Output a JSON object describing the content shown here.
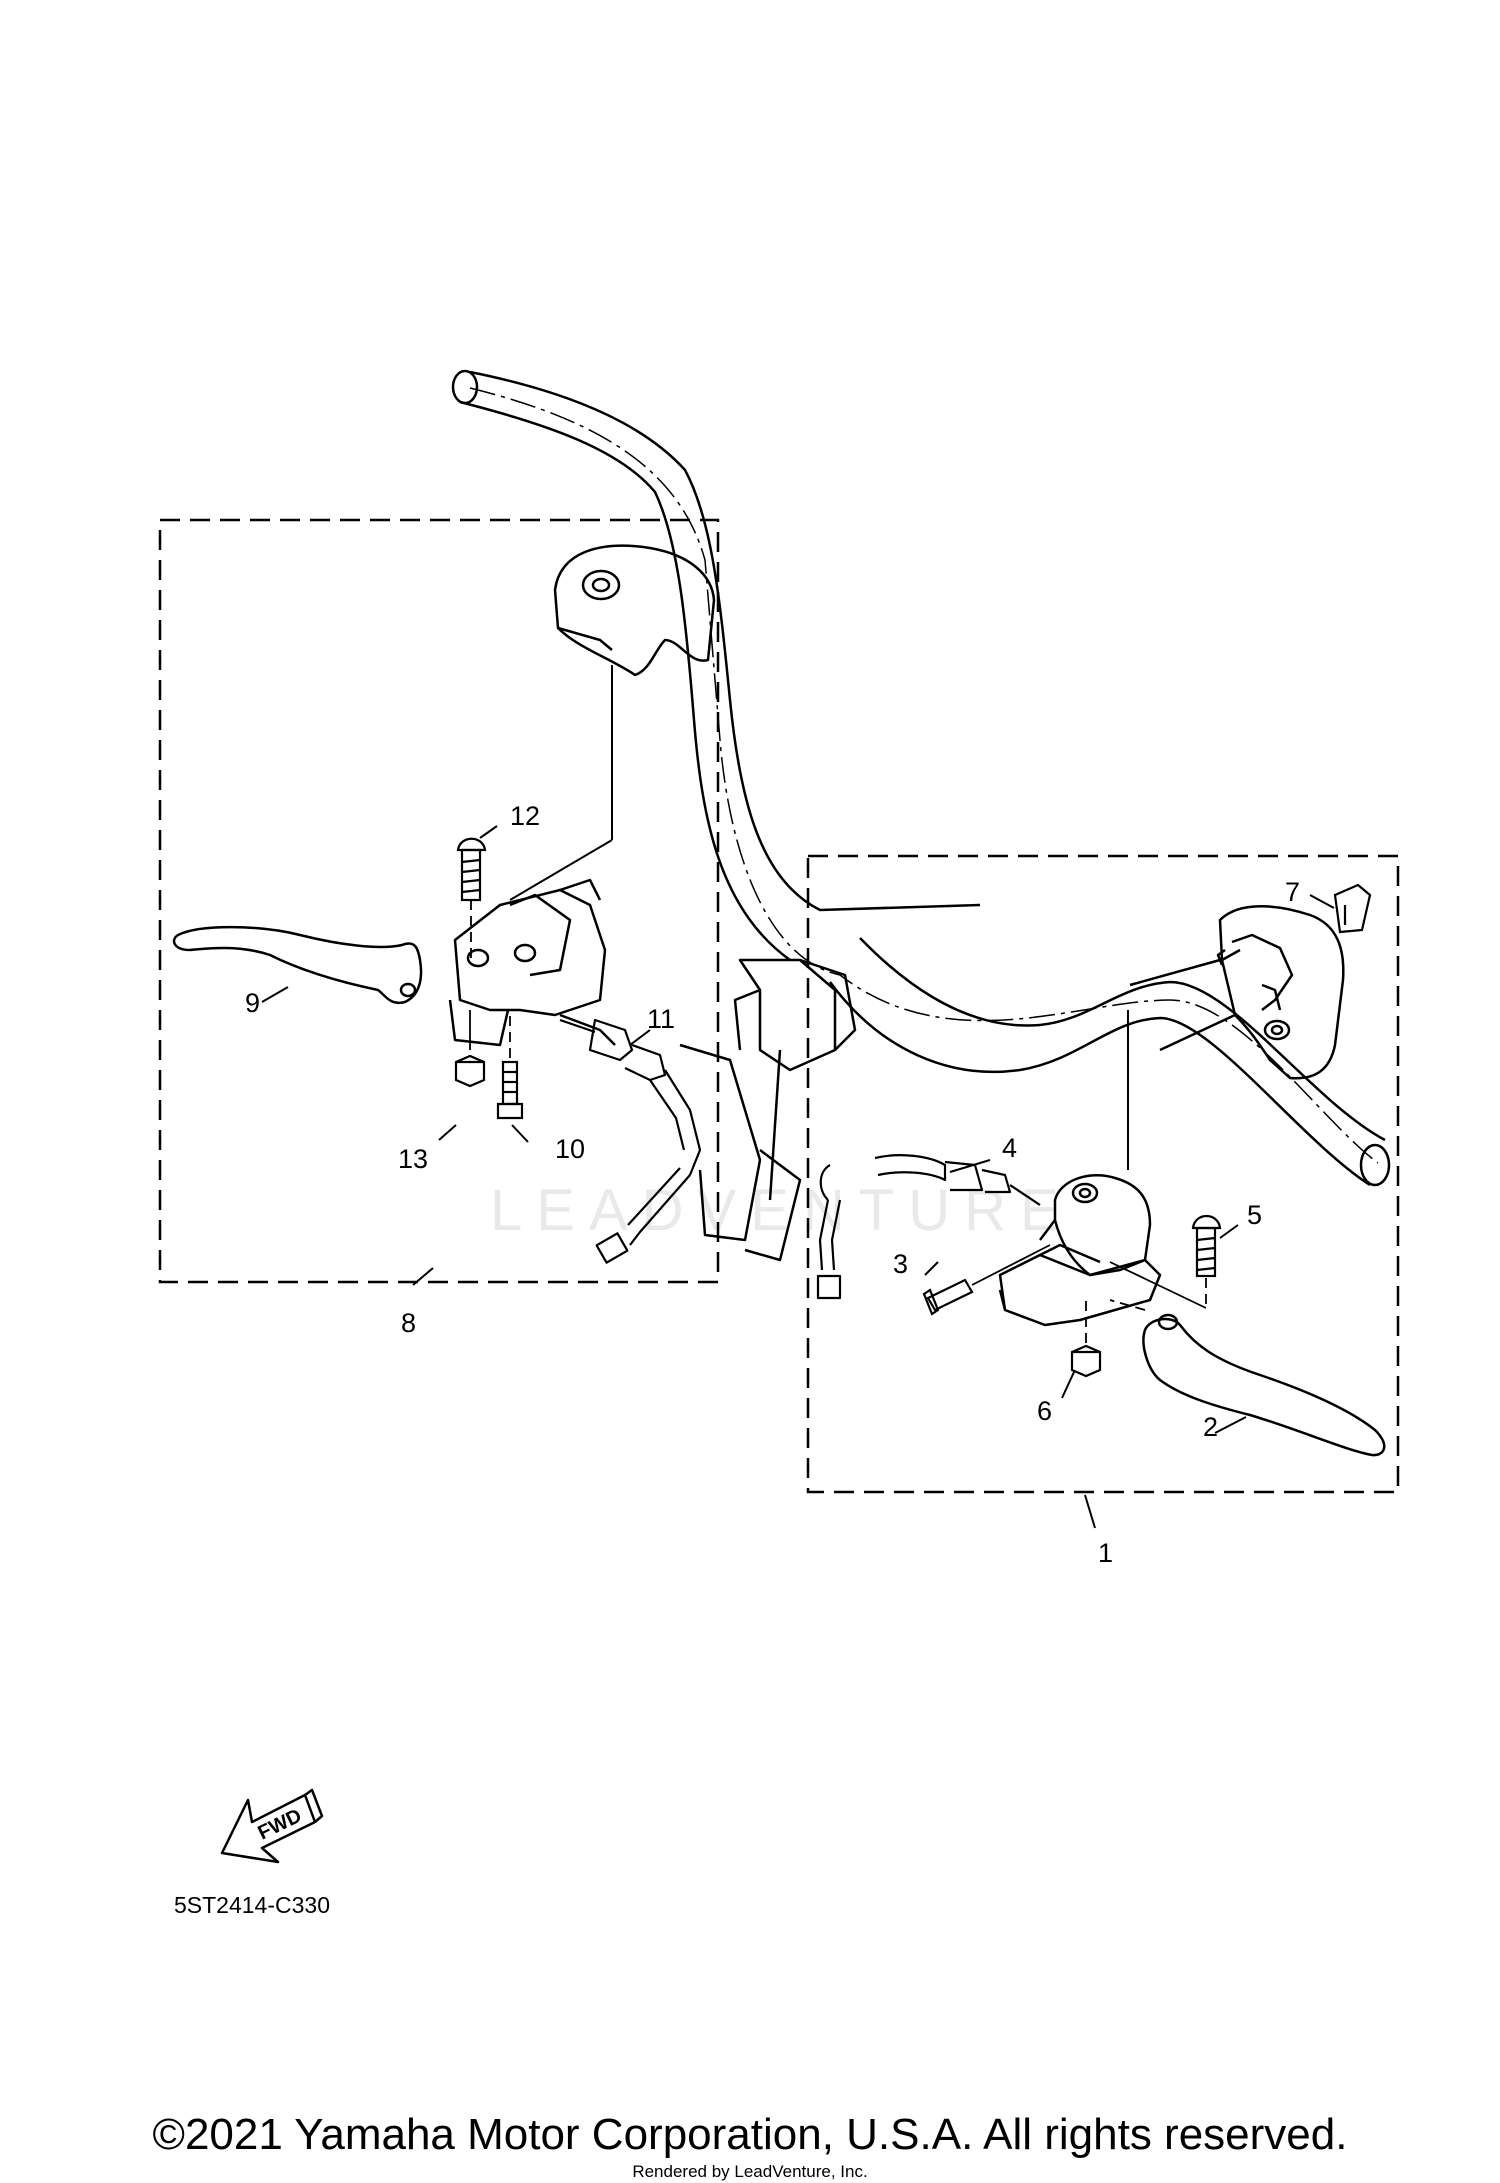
{
  "diagram": {
    "parts": [
      {
        "ref": "1"
      },
      {
        "ref": "2"
      },
      {
        "ref": "3"
      },
      {
        "ref": "4"
      },
      {
        "ref": "5"
      },
      {
        "ref": "6"
      },
      {
        "ref": "7"
      },
      {
        "ref": "8"
      },
      {
        "ref": "9"
      },
      {
        "ref": "10"
      },
      {
        "ref": "11"
      },
      {
        "ref": "12"
      },
      {
        "ref": "13"
      }
    ],
    "fwd_label": "FWD",
    "diagram_code": "5ST2414-C330",
    "watermark": "LEADVENTURE"
  },
  "footer": {
    "copyright": "©2021 Yamaha Motor Corporation, U.S.A. All rights reserved.",
    "rendered_by": "Rendered by LeadVenture, Inc."
  }
}
